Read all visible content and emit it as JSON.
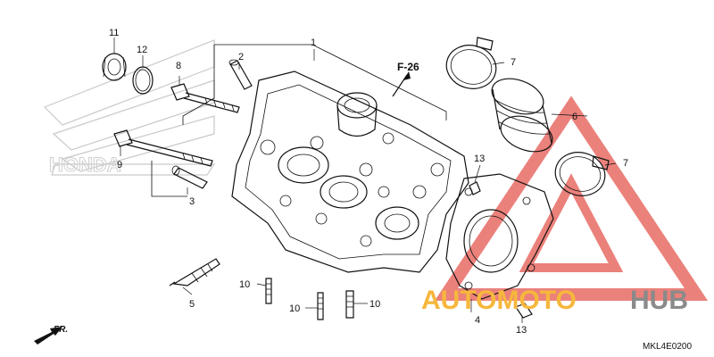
{
  "diagram": {
    "callouts": [
      {
        "id": "c1",
        "text": "1"
      },
      {
        "id": "c2",
        "text": "2"
      },
      {
        "id": "c3",
        "text": "3"
      },
      {
        "id": "c4",
        "text": "4"
      },
      {
        "id": "c5",
        "text": "5"
      },
      {
        "id": "c6",
        "text": "6"
      },
      {
        "id": "c7a",
        "text": "7"
      },
      {
        "id": "c7b",
        "text": "7"
      },
      {
        "id": "c8",
        "text": "8"
      },
      {
        "id": "c9",
        "text": "9"
      },
      {
        "id": "c10a",
        "text": "10"
      },
      {
        "id": "c10b",
        "text": "10"
      },
      {
        "id": "c10c",
        "text": "10"
      },
      {
        "id": "c11",
        "text": "11"
      },
      {
        "id": "c12",
        "text": "12"
      },
      {
        "id": "c13a",
        "text": "13"
      },
      {
        "id": "c13b",
        "text": "13"
      }
    ],
    "figure_ref": "F-26",
    "front_label": "FR.",
    "diagram_code": "MKL4E0200"
  },
  "watermark": {
    "brand_left": "AUTOMOTO",
    "brand_right": "HUB",
    "brand_logo_text": "HONDA",
    "accent_color": "#f6b73c",
    "triangle_color": "#e4574f",
    "secondary_color": "#8a8a8a"
  }
}
